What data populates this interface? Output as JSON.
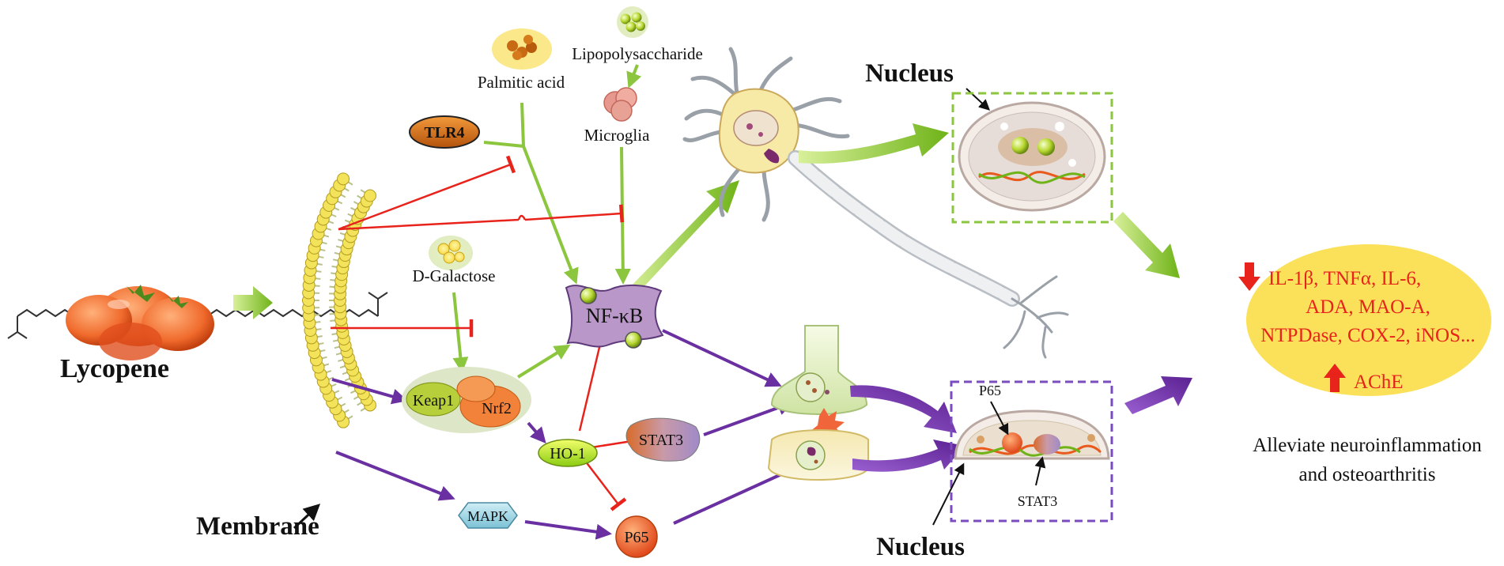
{
  "molecule": {
    "name": "Lycopene"
  },
  "membrane": {
    "label": "Membrane"
  },
  "stimuli": {
    "palmitic_acid": "Palmitic acid",
    "lps": "Lipopolysaccharide",
    "microglia": "Microglia",
    "tlr4": "TLR4",
    "d_galactose": "D-Galactose"
  },
  "pathway": {
    "nfkb": "NF-κB",
    "keap1": "Keap1",
    "nrf2": "Nrf2",
    "ho1": "HO-1",
    "stat3": "STAT3",
    "mapk": "MAPK",
    "p65": "P65"
  },
  "nucleus_top": {
    "label": "Nucleus"
  },
  "nucleus_bottom": {
    "label": "Nucleus",
    "p65": "P65",
    "stat3": "STAT3"
  },
  "outcome": {
    "down_line1": "IL-1β, TNFα, IL-6,",
    "down_line2": "ADA, MAO-A,",
    "down_line3": "NTPDase, COX-2, iNOS...",
    "up": "AChE",
    "caption_line1": "Alleviate neuroinflammation",
    "caption_line2": "and osteoarthritis"
  },
  "colors": {
    "green_arrow": "#8cc63f",
    "purple_arrow": "#6a2fa0",
    "inhibit": "#e8231c",
    "ellipse": "#fbe15a"
  }
}
